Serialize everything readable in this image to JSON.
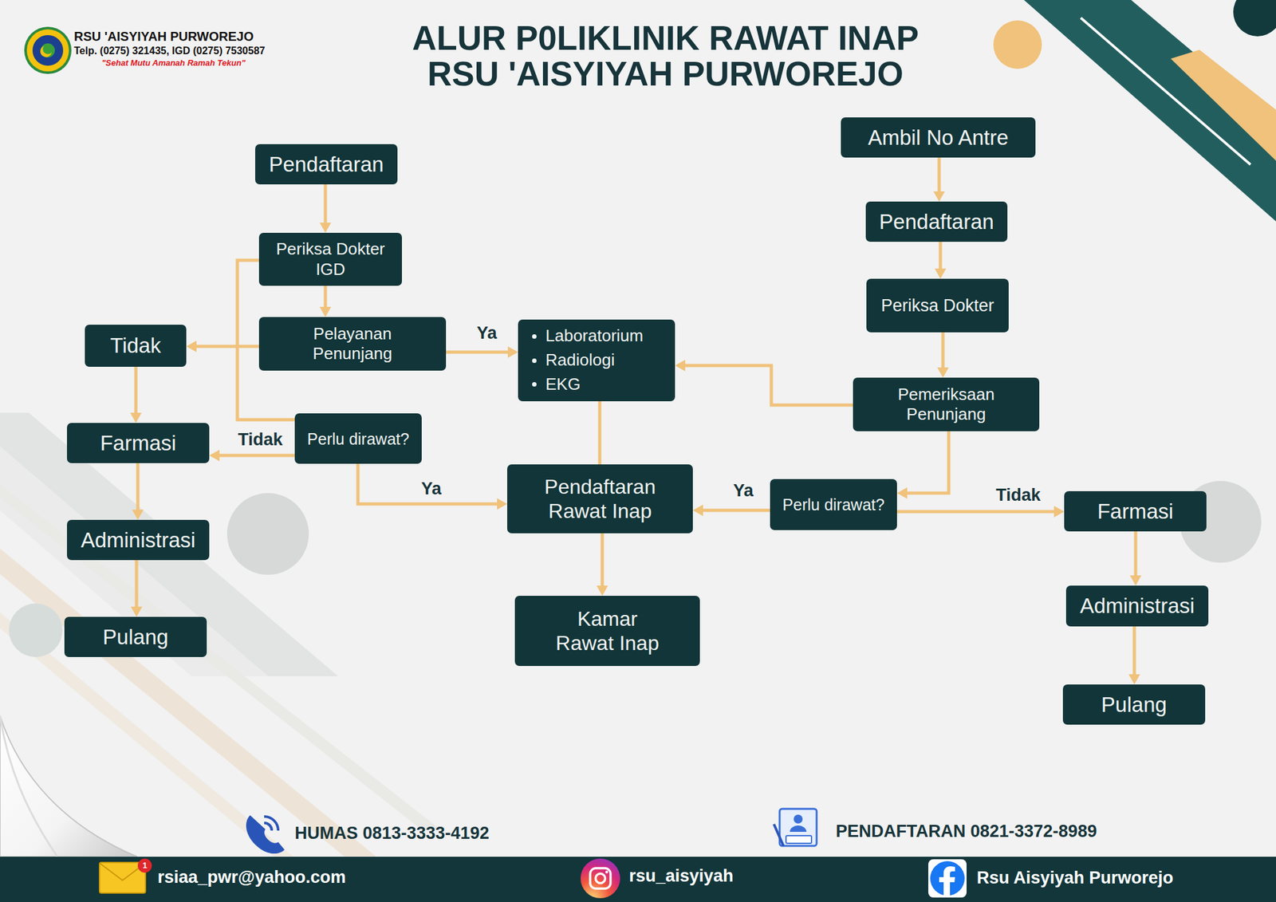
{
  "diagram": {
    "title": "ALUR P0LIKLINIK RAWAT INAP RSU 'AISYIYAH PURWOREJO",
    "nodes": [
      {
        "text": [
          "Pendaftaran"
        ]
      },
      {
        "text": [
          "Periksa Dokter IGD"
        ]
      },
      {
        "text": [
          "Pelayanan Penunjang"
        ]
      },
      {
        "text": [
          "Tidak"
        ]
      },
      {
        "text": [
          "Farmasi"
        ]
      },
      {
        "text": [
          "Perlu dirawat?"
        ]
      },
      {
        "text": [
          "Administrasi"
        ]
      },
      {
        "text": [
          "Pulang"
        ]
      },
      {
        "text": [
          "Laboratorium",
          "Radiologi",
          "EKG"
        ]
      },
      {
        "text": [
          "Pendaftaran Rawat Inap"
        ]
      },
      {
        "text": [
          "Kamar Rawat Inap"
        ]
      },
      {
        "text": [
          "Ambil No Antre"
        ]
      },
      {
        "text": [
          "Pendaftaran"
        ]
      },
      {
        "text": [
          "Periksa Dokter"
        ]
      },
      {
        "text": [
          "Pemeriksaan Penunjang"
        ]
      },
      {
        "text": [
          "Perlu dirawat?"
        ]
      },
      {
        "text": [
          "Farmasi"
        ]
      },
      {
        "text": [
          "Administrasi"
        ]
      },
      {
        "text": [
          "Pulang"
        ]
      }
    ],
    "edges": [
      {
        "from": 0,
        "to": 1,
        "arrow": "to"
      },
      {
        "from": 1,
        "to": 2,
        "arrow": "to"
      },
      {
        "from": 2,
        "to": 3,
        "arrow": "to"
      },
      {
        "from": 2,
        "to": 8,
        "label": "Ya",
        "arrow": "to"
      },
      {
        "from": 1,
        "to": 5,
        "arrow": "none"
      },
      {
        "from": 3,
        "to": 4,
        "arrow": "to"
      },
      {
        "from": 5,
        "to": 4,
        "label": "Tidak",
        "arrow": "to"
      },
      {
        "from": 5,
        "to": 9,
        "label": "Ya",
        "arrow": "to"
      },
      {
        "from": 4,
        "to": 6,
        "arrow": "to"
      },
      {
        "from": 6,
        "to": 7,
        "arrow": "to"
      },
      {
        "from": 8,
        "to": 9,
        "arrow": "none"
      },
      {
        "from": 9,
        "to": 10,
        "arrow": "to"
      },
      {
        "from": 11,
        "to": 12,
        "arrow": "to"
      },
      {
        "from": 12,
        "to": 13,
        "arrow": "to"
      },
      {
        "from": 13,
        "to": 14,
        "arrow": "to"
      },
      {
        "from": 14,
        "to": 8,
        "arrow": "to"
      },
      {
        "from": 14,
        "to": 15,
        "arrow": "to"
      },
      {
        "from": 15,
        "to": 9,
        "label": "Ya",
        "arrow": "to"
      },
      {
        "from": 15,
        "to": 16,
        "label": "Tidak",
        "arrow": "to"
      },
      {
        "from": 16,
        "to": 17,
        "arrow": "to"
      },
      {
        "from": 17,
        "to": 18,
        "arrow": "to"
      }
    ],
    "labels": [
      "RSU 'AISYIYAH PURWOREJO",
      "Telp. (0275) 321435, IGD (0275) 7530587",
      "\"Sehat Mutu Amanah Ramah Tekun\"",
      "HUMAS 0813-3333-4192",
      "PENDAFTARAN 0821-3372-8989",
      "1",
      "rsiaa_pwr@yahoo.com",
      "rsu_aisyiyah",
      "Rsu Aisyiyah Purworejo"
    ]
  }
}
